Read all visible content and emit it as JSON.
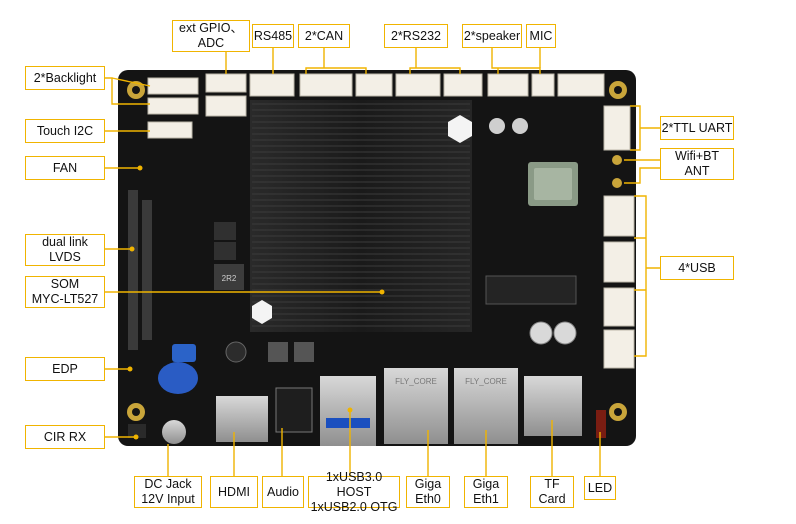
{
  "labels": {
    "ext_gpio_adc": "ext GPIO、\nADC",
    "rs485": "RS485",
    "can": "2*CAN",
    "rs232": "2*RS232",
    "speaker": "2*speaker",
    "mic": "MIC",
    "backlight": "2*Backlight",
    "touch_i2c": "Touch I2C",
    "fan": "FAN",
    "dual_link_lvds": "dual link\nLVDS",
    "som": "SOM\nMYC-LT527",
    "edp": "EDP",
    "cir_rx": "CIR RX",
    "ttl_uart": "2*TTL UART",
    "wifi_bt_ant": "Wifi+BT\nANT",
    "usb4": "4*USB",
    "dc_jack": "DC Jack\n12V Input",
    "hdmi": "HDMI",
    "audio": "Audio",
    "usb_host_otg": "1xUSB3.0 HOST\n1xUSB2.0 OTG",
    "giga_eth0": "Giga\nEth0",
    "giga_eth1": "Giga\nEth1",
    "tf_card": "TF\nCard",
    "led": "LED"
  },
  "board_silkscreen": {
    "inductor": "2R2",
    "eth_brand_0": "FLY_CORE",
    "eth_brand_1": "FLY_CORE"
  },
  "colors": {
    "callout_border": "#f0b400",
    "callout_line": "#f0b400",
    "pcb": "#141414",
    "heatsink": "#1c1c1c"
  }
}
